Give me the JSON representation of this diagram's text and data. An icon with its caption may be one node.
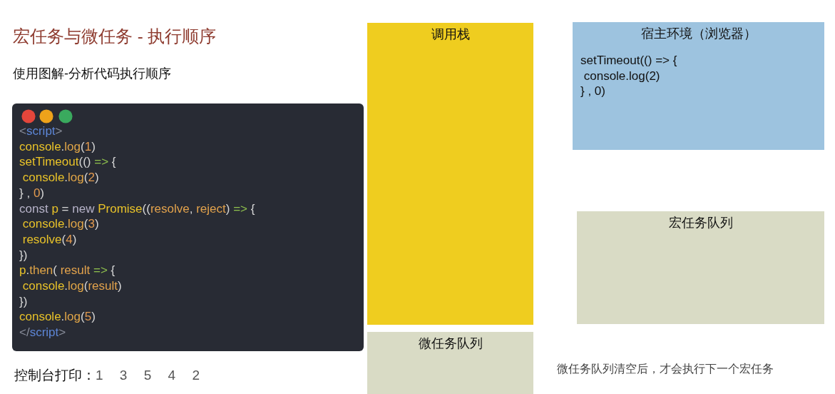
{
  "diagram": {
    "title": "宏任务与微任务 - 执行顺序",
    "nodes": [
      {
        "text": [
          "<script>",
          "console.log(1)",
          "setTimeout(() => {",
          " console.log(2)",
          "} , 0)",
          "const p = new Promise((resolve, reject) => {",
          " console.log(3)",
          " resolve(4)",
          "})",
          "p.then( result => {",
          " console.log(result)",
          "})",
          "console.log(5)",
          "</script>"
        ]
      },
      {
        "text": [
          "调用栈"
        ]
      },
      {
        "text": [
          "宿主环境（浏览器）",
          "setTimeout(() => {",
          " console.log(2)",
          "} , 0)"
        ]
      },
      {
        "text": [
          "宏任务队列"
        ]
      },
      {
        "text": [
          "微任务队列"
        ]
      }
    ],
    "labels": [
      "使用图解-分析代码执行顺序",
      "控制台打印：1 3 5 4 2",
      "微任务队列清空后，才会执行下一个宏任务"
    ]
  }
}
